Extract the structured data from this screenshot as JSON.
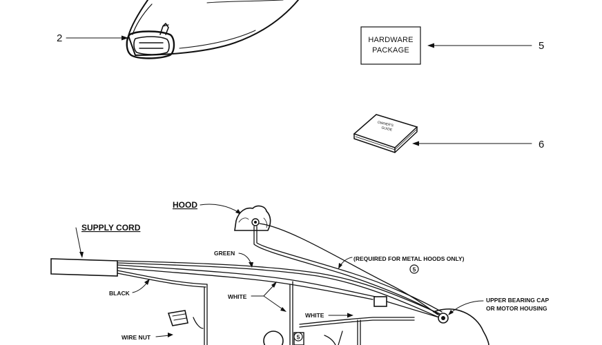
{
  "parts": {
    "hood_callout": "2",
    "hardware": {
      "label_line1": "HARDWARE",
      "label_line2": "PACKAGE",
      "callout": "5"
    },
    "guide": {
      "label_line1": "OWNER'S",
      "label_line2": "GUIDE",
      "callout": "6"
    }
  },
  "wiring": {
    "hood": "HOOD",
    "supply_cord": "SUPPLY CORD",
    "green": "GREEN",
    "black": "BLACK",
    "white1": "WHITE",
    "white2": "WHITE",
    "wire_nut": "WIRE NUT",
    "required_note": "(REQUIRED FOR METAL HOODS ONLY)",
    "ref_number": "5",
    "bearing_line1": "UPPER BEARING CAP",
    "bearing_line2": "OR MOTOR HOUSING",
    "lower_ref": "5"
  }
}
